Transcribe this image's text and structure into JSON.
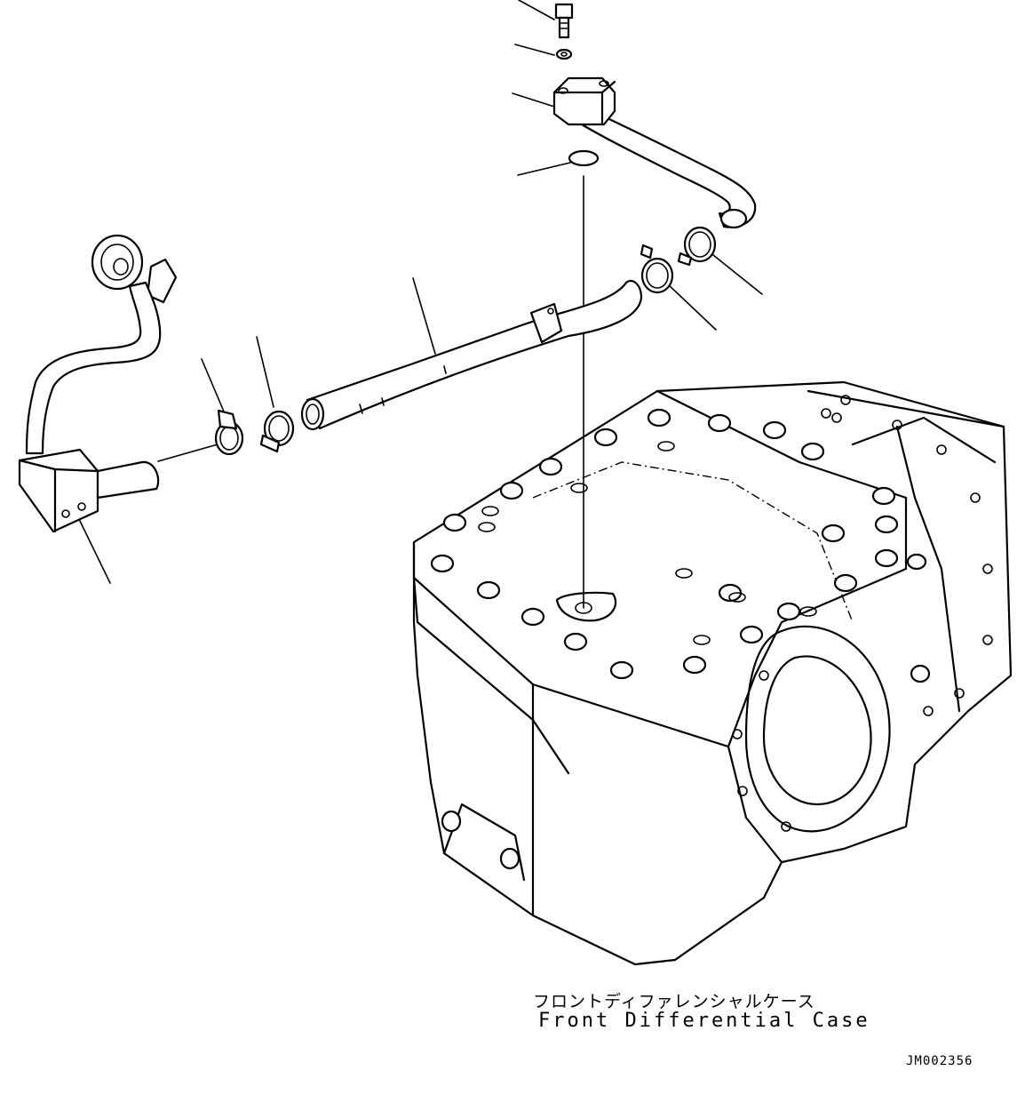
{
  "caption": {
    "japanese": "フロントディファレンシャルケース",
    "english": "Front Differential Case"
  },
  "drawing_code": "JM002356",
  "colors": {
    "line": "#000000",
    "background": "#ffffff"
  }
}
